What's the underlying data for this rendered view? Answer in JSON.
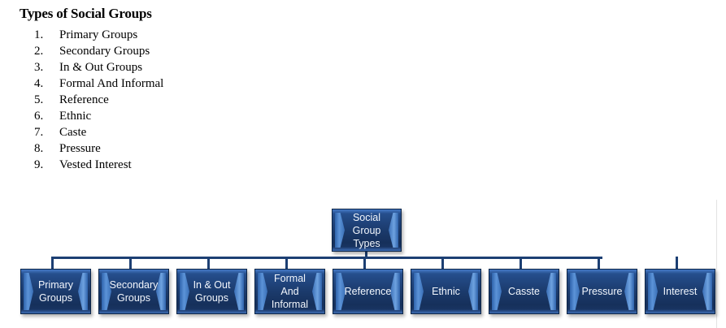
{
  "document": {
    "title": "Types of Social Groups",
    "list": [
      {
        "number": "1.",
        "label": "Primary Groups"
      },
      {
        "number": "2.",
        "label": "Secondary Groups"
      },
      {
        "number": "3.",
        "label": "In & Out Groups"
      },
      {
        "number": "4.",
        "label": "Formal And Informal"
      },
      {
        "number": "5.",
        "label": "Reference"
      },
      {
        "number": "6.",
        "label": "Ethnic"
      },
      {
        "number": "7.",
        "label": "Caste"
      },
      {
        "number": "8.",
        "label": "Pressure"
      },
      {
        "number": "9.",
        "label": "Vested Interest"
      }
    ]
  },
  "diagram": {
    "type": "org-chart",
    "orientation": "top-down",
    "colors": {
      "node_fill_dark": "#16305b",
      "node_fill_light": "#2a5596",
      "node_border": "#0d2547",
      "bevel_highlight": "#5b93d8",
      "connector": "#1c3f73",
      "node_text": "#f2f6fc"
    },
    "root": {
      "label": "Social Group\nTypes"
    },
    "children": [
      {
        "label": "Primary\nGroups"
      },
      {
        "label": "Secondary\nGroups"
      },
      {
        "label": "In & Out\nGroups"
      },
      {
        "label": "Formal And\nInformal"
      },
      {
        "label": "Reference"
      },
      {
        "label": "Ethnic"
      },
      {
        "label": "Casste"
      },
      {
        "label": "Pressure"
      },
      {
        "label": "Interest"
      }
    ]
  }
}
